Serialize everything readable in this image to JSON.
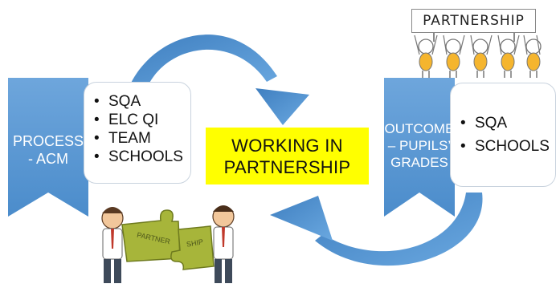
{
  "left_chevron": {
    "label_line1": "PROCESS",
    "label_line2": "- ACM",
    "color": "#5b9bd5"
  },
  "left_list": {
    "items": [
      "SQA",
      "ELC QI",
      "TEAM",
      "SCHOOLS"
    ]
  },
  "center": {
    "line1": "WORKING IN",
    "line2": "PARTNERSHIP",
    "color": "#ffff00"
  },
  "right_chevron": {
    "label_line1": "OUTCOME",
    "label_line2": "– PUPILS’",
    "label_line3": "GRADES",
    "color": "#5b9bd5"
  },
  "right_list": {
    "items": [
      "SQA",
      "SCHOOLS"
    ]
  },
  "sign": {
    "text": "PARTNERSHIP"
  },
  "puzzle": {
    "left_piece_text": "PARTNER",
    "right_piece_text": "SHIP"
  },
  "colors": {
    "arrow": "#4a8ccb",
    "puzzle": "#a7b53a"
  }
}
